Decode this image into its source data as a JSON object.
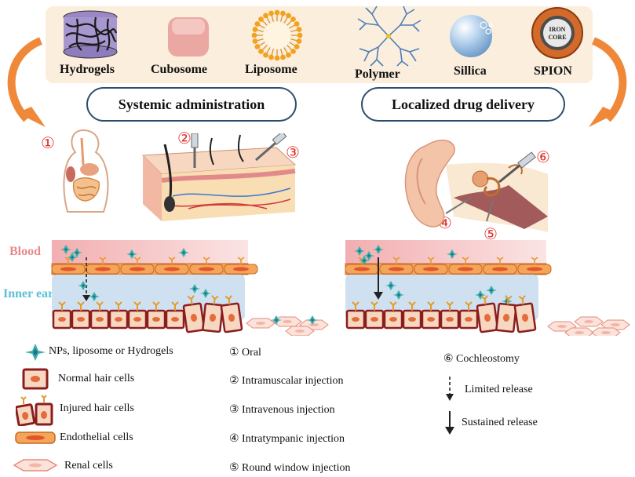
{
  "carriers": [
    {
      "label": "Hydrogels",
      "icon": "hydrogel-icon"
    },
    {
      "label": "Cubosome",
      "icon": "cubosome-icon"
    },
    {
      "label": "Liposome",
      "icon": "liposome-icon"
    },
    {
      "label": "Polymer",
      "icon": "polymer-icon"
    },
    {
      "label": "Sillica",
      "icon": "silica-icon"
    },
    {
      "label": "SPION",
      "icon": "spion-icon",
      "core_text_1": "IRON",
      "core_text_2": "CORE"
    }
  ],
  "routes": {
    "systemic": "Systemic administration",
    "local": "Localized drug delivery"
  },
  "markers": {
    "m1": "①",
    "m2": "②",
    "m3": "③",
    "m4": "④",
    "m5": "⑤",
    "m6": "⑥"
  },
  "labels": {
    "blood": "Blood",
    "inner_ear": "Inner ear"
  },
  "legend": {
    "nps": "NPs, liposome or Hydrogels",
    "normal": "Normal hair cells",
    "injured": "Injured hair cells",
    "endothelial": "Endothelial cells",
    "renal": "Renal cells",
    "r1": "① Oral",
    "r2": "② Intramuscalar injection",
    "r3": "③ Intravenous injection",
    "r4": "④ Intratympanic injection",
    "r5": "⑤ Round window injection",
    "r6": "⑥ Cochleostomy",
    "limited": "Limited release",
    "sustained": "Sustained release"
  },
  "colors": {
    "band": "#fbeedd",
    "route_border": "#2e4c6e",
    "arrow_orange": "#f0883a",
    "marker_red": "#e0312b",
    "blood_label": "#e88a8a",
    "inner_ear_label": "#5bc0d6",
    "blood_layer": "#f4b9b9",
    "inner_ear_layer": "#cfe1f0",
    "endothelial": "#f5a55a",
    "hair_cell_border": "#8c1d1d",
    "hair_cell_fill": "#f6d8c2",
    "np_teal": "#3ab0a8"
  }
}
